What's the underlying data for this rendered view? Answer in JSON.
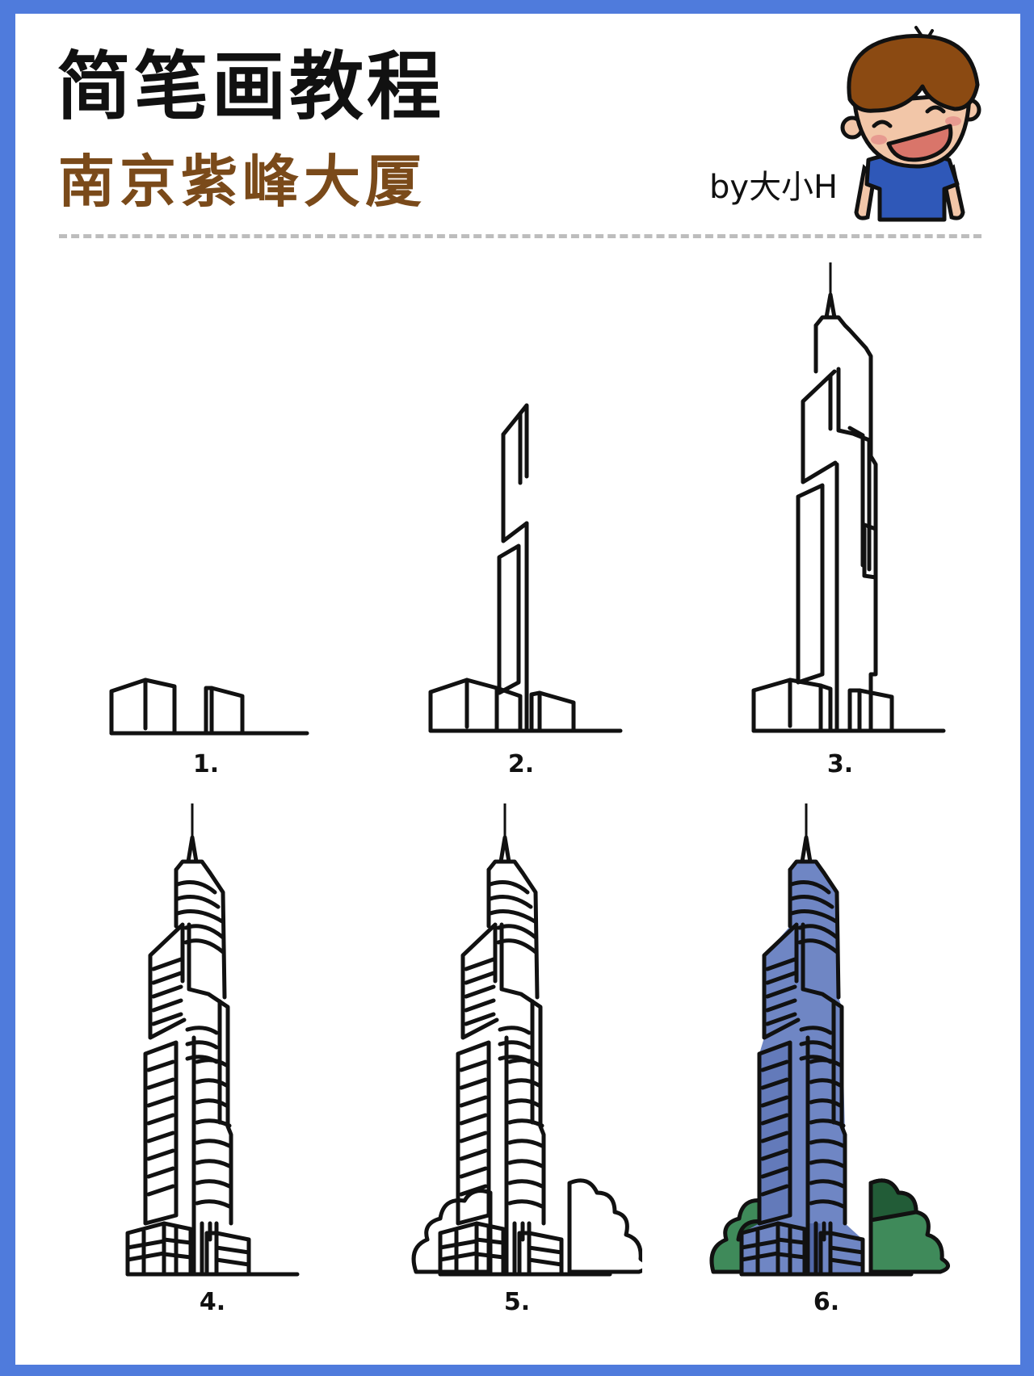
{
  "header": {
    "title": "简笔画教程",
    "subtitle": "南京紫峰大厦",
    "byline": "by大小H",
    "mascot": "laughing-boy-mascot"
  },
  "colors": {
    "frame": "#4f7bdc",
    "subtitle": "#7a4a1a",
    "divider": "#bdbdbd",
    "tower_fill": "#6f86c4",
    "tower_shadow": "#4b62a4",
    "tree_light": "#3f8a5a",
    "tree_dark": "#225c37",
    "hair": "#8b4a12",
    "shirt": "#2f58b8",
    "skin": "#f2c6a8"
  },
  "steps": [
    {
      "label": "1.",
      "description": "two base podium boxes on ground line"
    },
    {
      "label": "2.",
      "description": "add tall offset tower slabs"
    },
    {
      "label": "3.",
      "description": "add upper tower, crown and spire"
    },
    {
      "label": "4.",
      "description": "add floor lines and window grids"
    },
    {
      "label": "5.",
      "description": "add bushes around base"
    },
    {
      "label": "6.",
      "description": "color tower blue and bushes green"
    }
  ]
}
